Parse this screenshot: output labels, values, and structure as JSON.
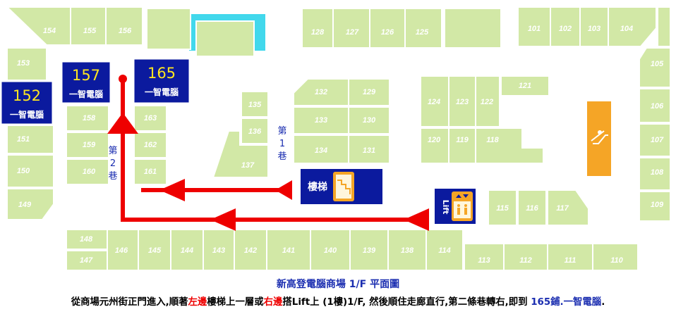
{
  "title": "新高登電腦商場 1/F 平面圖",
  "directions": {
    "part1": "從商場元州街正門進入,順著",
    "left": "左邊",
    "part2": "樓梯上一層或",
    "right": "右邊",
    "part3": "搭Lift上 (1樓)1/F, 然後順住走廊直行,第二條巷轉右,即到 ",
    "target": "165鋪.一智電腦",
    "end": "."
  },
  "shops": [
    "154",
    "155",
    "156",
    "128",
    "127",
    "126",
    "125",
    "101",
    "102",
    "103",
    "104",
    "153",
    "105",
    "106",
    "107",
    "108",
    "109",
    "158",
    "163",
    "159",
    "162",
    "160",
    "161",
    "151",
    "150",
    "149",
    "135",
    "136",
    "137",
    "132",
    "129",
    "133",
    "130",
    "134",
    "131",
    "124",
    "123",
    "122",
    "121",
    "120",
    "119",
    "118",
    "115",
    "116",
    "117",
    "148",
    "147",
    "146",
    "145",
    "144",
    "143",
    "142",
    "141",
    "140",
    "139",
    "138",
    "114",
    "113",
    "112",
    "111",
    "110"
  ],
  "highlighted": [
    {
      "number": "157",
      "name": "一智電腦"
    },
    {
      "number": "165",
      "name": "一智電腦"
    },
    {
      "number": "152",
      "name": "一智電腦"
    }
  ],
  "lanes": {
    "lane1": [
      "第",
      "1",
      "巷"
    ],
    "lane2": [
      "第",
      "2",
      "巷"
    ]
  },
  "stairs_label": "樓梯",
  "lift_label": "Lift",
  "icons": [
    "stairs-icon",
    "lift-icon",
    "escalator-icon",
    "route-arrow"
  ],
  "colors": {
    "shop": "#d2e8a6",
    "highlight": "#0b1a9e",
    "highlight_text": "#ffe620",
    "route": "#ee0000",
    "lane_text": "#1a2db0",
    "escalator": "#f5a526",
    "water": "#42d8ec"
  }
}
